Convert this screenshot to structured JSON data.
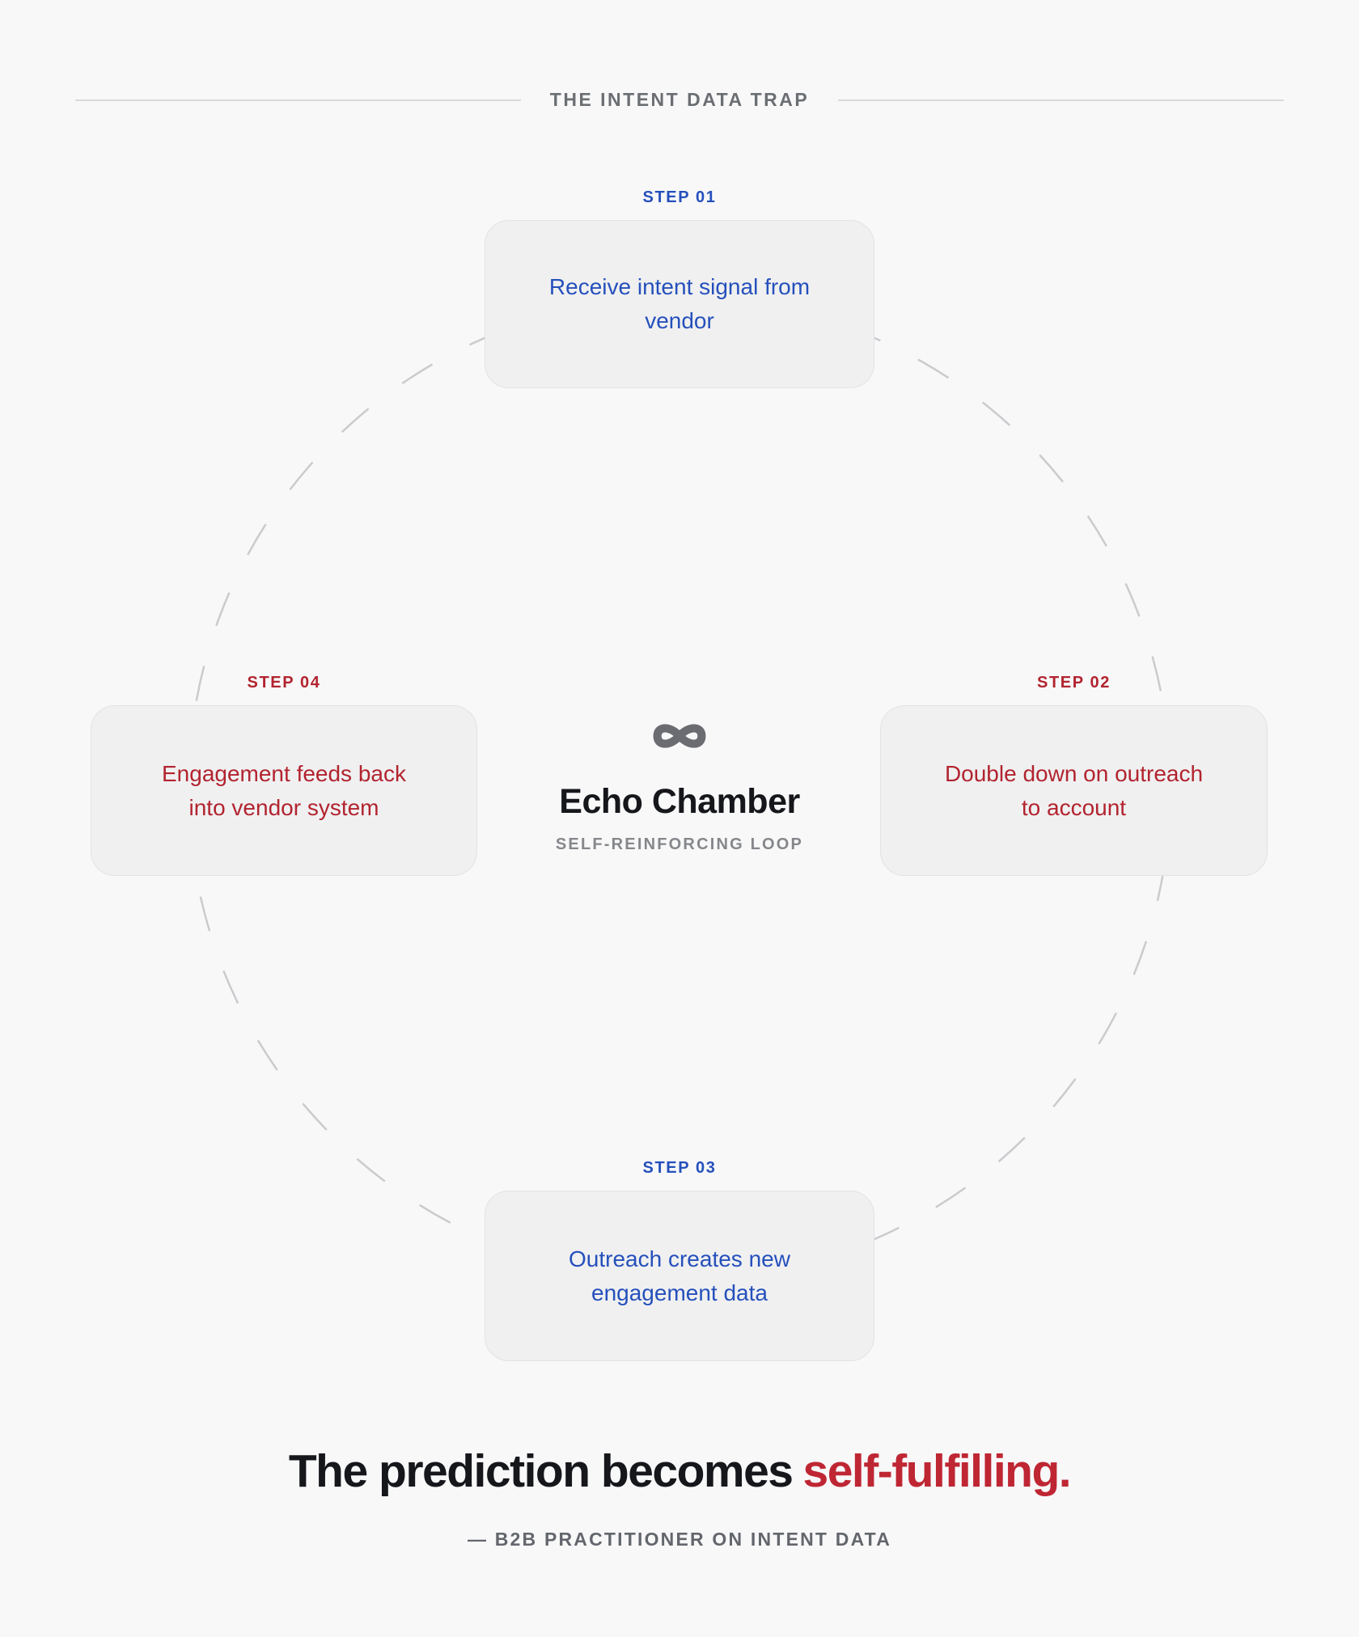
{
  "header": {
    "title": "THE INTENT DATA TRAP"
  },
  "steps": [
    {
      "label": "STEP 01",
      "color": "blue",
      "lines": [
        "Receive intent signal from",
        "vendor"
      ]
    },
    {
      "label": "STEP 02",
      "color": "red",
      "lines": [
        "Double down on outreach",
        "to account"
      ]
    },
    {
      "label": "STEP 03",
      "color": "blue",
      "lines": [
        "Outreach creates new",
        "engagement data"
      ]
    },
    {
      "label": "STEP 04",
      "color": "red",
      "lines": [
        "Engagement feeds back",
        "into vendor system"
      ]
    }
  ],
  "center": {
    "icon": "infinity-icon",
    "title": "Echo Chamber",
    "subtitle": "SELF-REINFORCING LOOP"
  },
  "quote": {
    "text_black": "The prediction becomes",
    "text_red": "self-fulfilling.",
    "attribution": "— B2B PRACTITIONER ON INTENT DATA"
  },
  "colors": {
    "bg": "#f8f8f9",
    "card-bg": "#f0f0f1",
    "card-border": "#e3e3e6",
    "blue": "#2550bb",
    "red": "#b2242f",
    "heading-red": "#bf2633",
    "ink": "#15171b",
    "title-gray": "#6b6e72",
    "subtitle-gray": "#85878b",
    "attr-gray": "#63666c",
    "icon-gray": "#6b6c71",
    "dash-gray": "#cbcbce"
  }
}
